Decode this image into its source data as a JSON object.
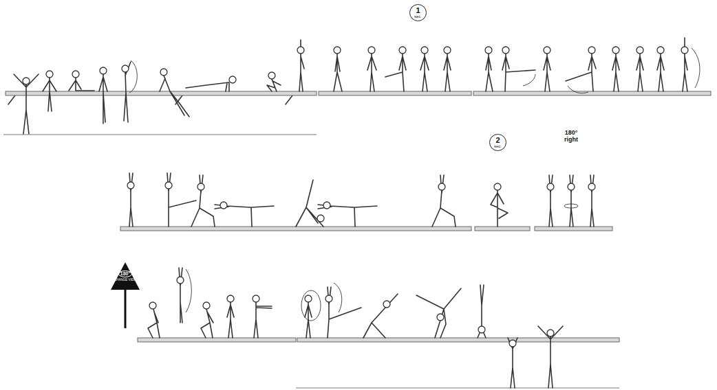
{
  "diagram": {
    "nodes": [
      {
        "text": [
          "1",
          "sec."
        ]
      },
      {
        "text": [
          "2",
          "sec."
        ]
      },
      {
        "text": [
          "180°",
          "CHANGE VIEW"
        ]
      }
    ],
    "labels": [
      "180° right"
    ]
  }
}
